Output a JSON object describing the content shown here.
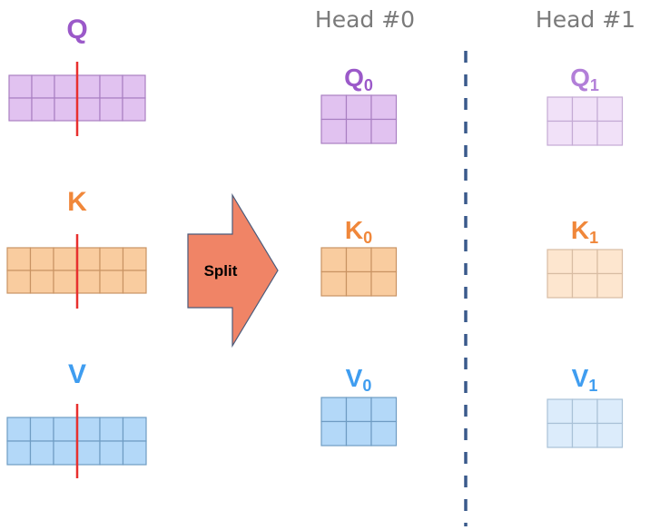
{
  "inputs": [
    {
      "label": "Q",
      "color": "#9b59c9",
      "fill": "#e1c2f0",
      "stroke": "#a97fc2"
    },
    {
      "label": "K",
      "color": "#f0873a",
      "fill": "#f9cc9f",
      "stroke": "#c99363"
    },
    {
      "label": "V",
      "color": "#3f9df0",
      "fill": "#b3d8f8",
      "stroke": "#6f9cc3"
    }
  ],
  "split_arrow": {
    "label": "Split",
    "fill": "#f08466",
    "stroke": "#4a5a7a"
  },
  "split_line_color": "#e8302e",
  "divider_color": "#3a5a8c",
  "heads": [
    {
      "title": "Head #0",
      "blocks": [
        {
          "letter": "Q",
          "sub": "0",
          "color": "#9b59c9",
          "fill": "#e1c2f0",
          "stroke": "#a97fc2"
        },
        {
          "letter": "K",
          "sub": "0",
          "color": "#f0873a",
          "fill": "#f9cc9f",
          "stroke": "#c99363"
        },
        {
          "letter": "V",
          "sub": "0",
          "color": "#3f9df0",
          "fill": "#b3d8f8",
          "stroke": "#6f9cc3"
        }
      ]
    },
    {
      "title": "Head #1",
      "blocks": [
        {
          "letter": "Q",
          "sub": "1",
          "color": "#b27fd8",
          "fill": "#f1e1f8",
          "stroke": "#c4aad4"
        },
        {
          "letter": "K",
          "sub": "1",
          "color": "#f0873a",
          "fill": "#fde6cf",
          "stroke": "#d8bca3"
        },
        {
          "letter": "V",
          "sub": "1",
          "color": "#3f9df0",
          "fill": "#dcecfb",
          "stroke": "#a9c1d7"
        }
      ]
    }
  ]
}
